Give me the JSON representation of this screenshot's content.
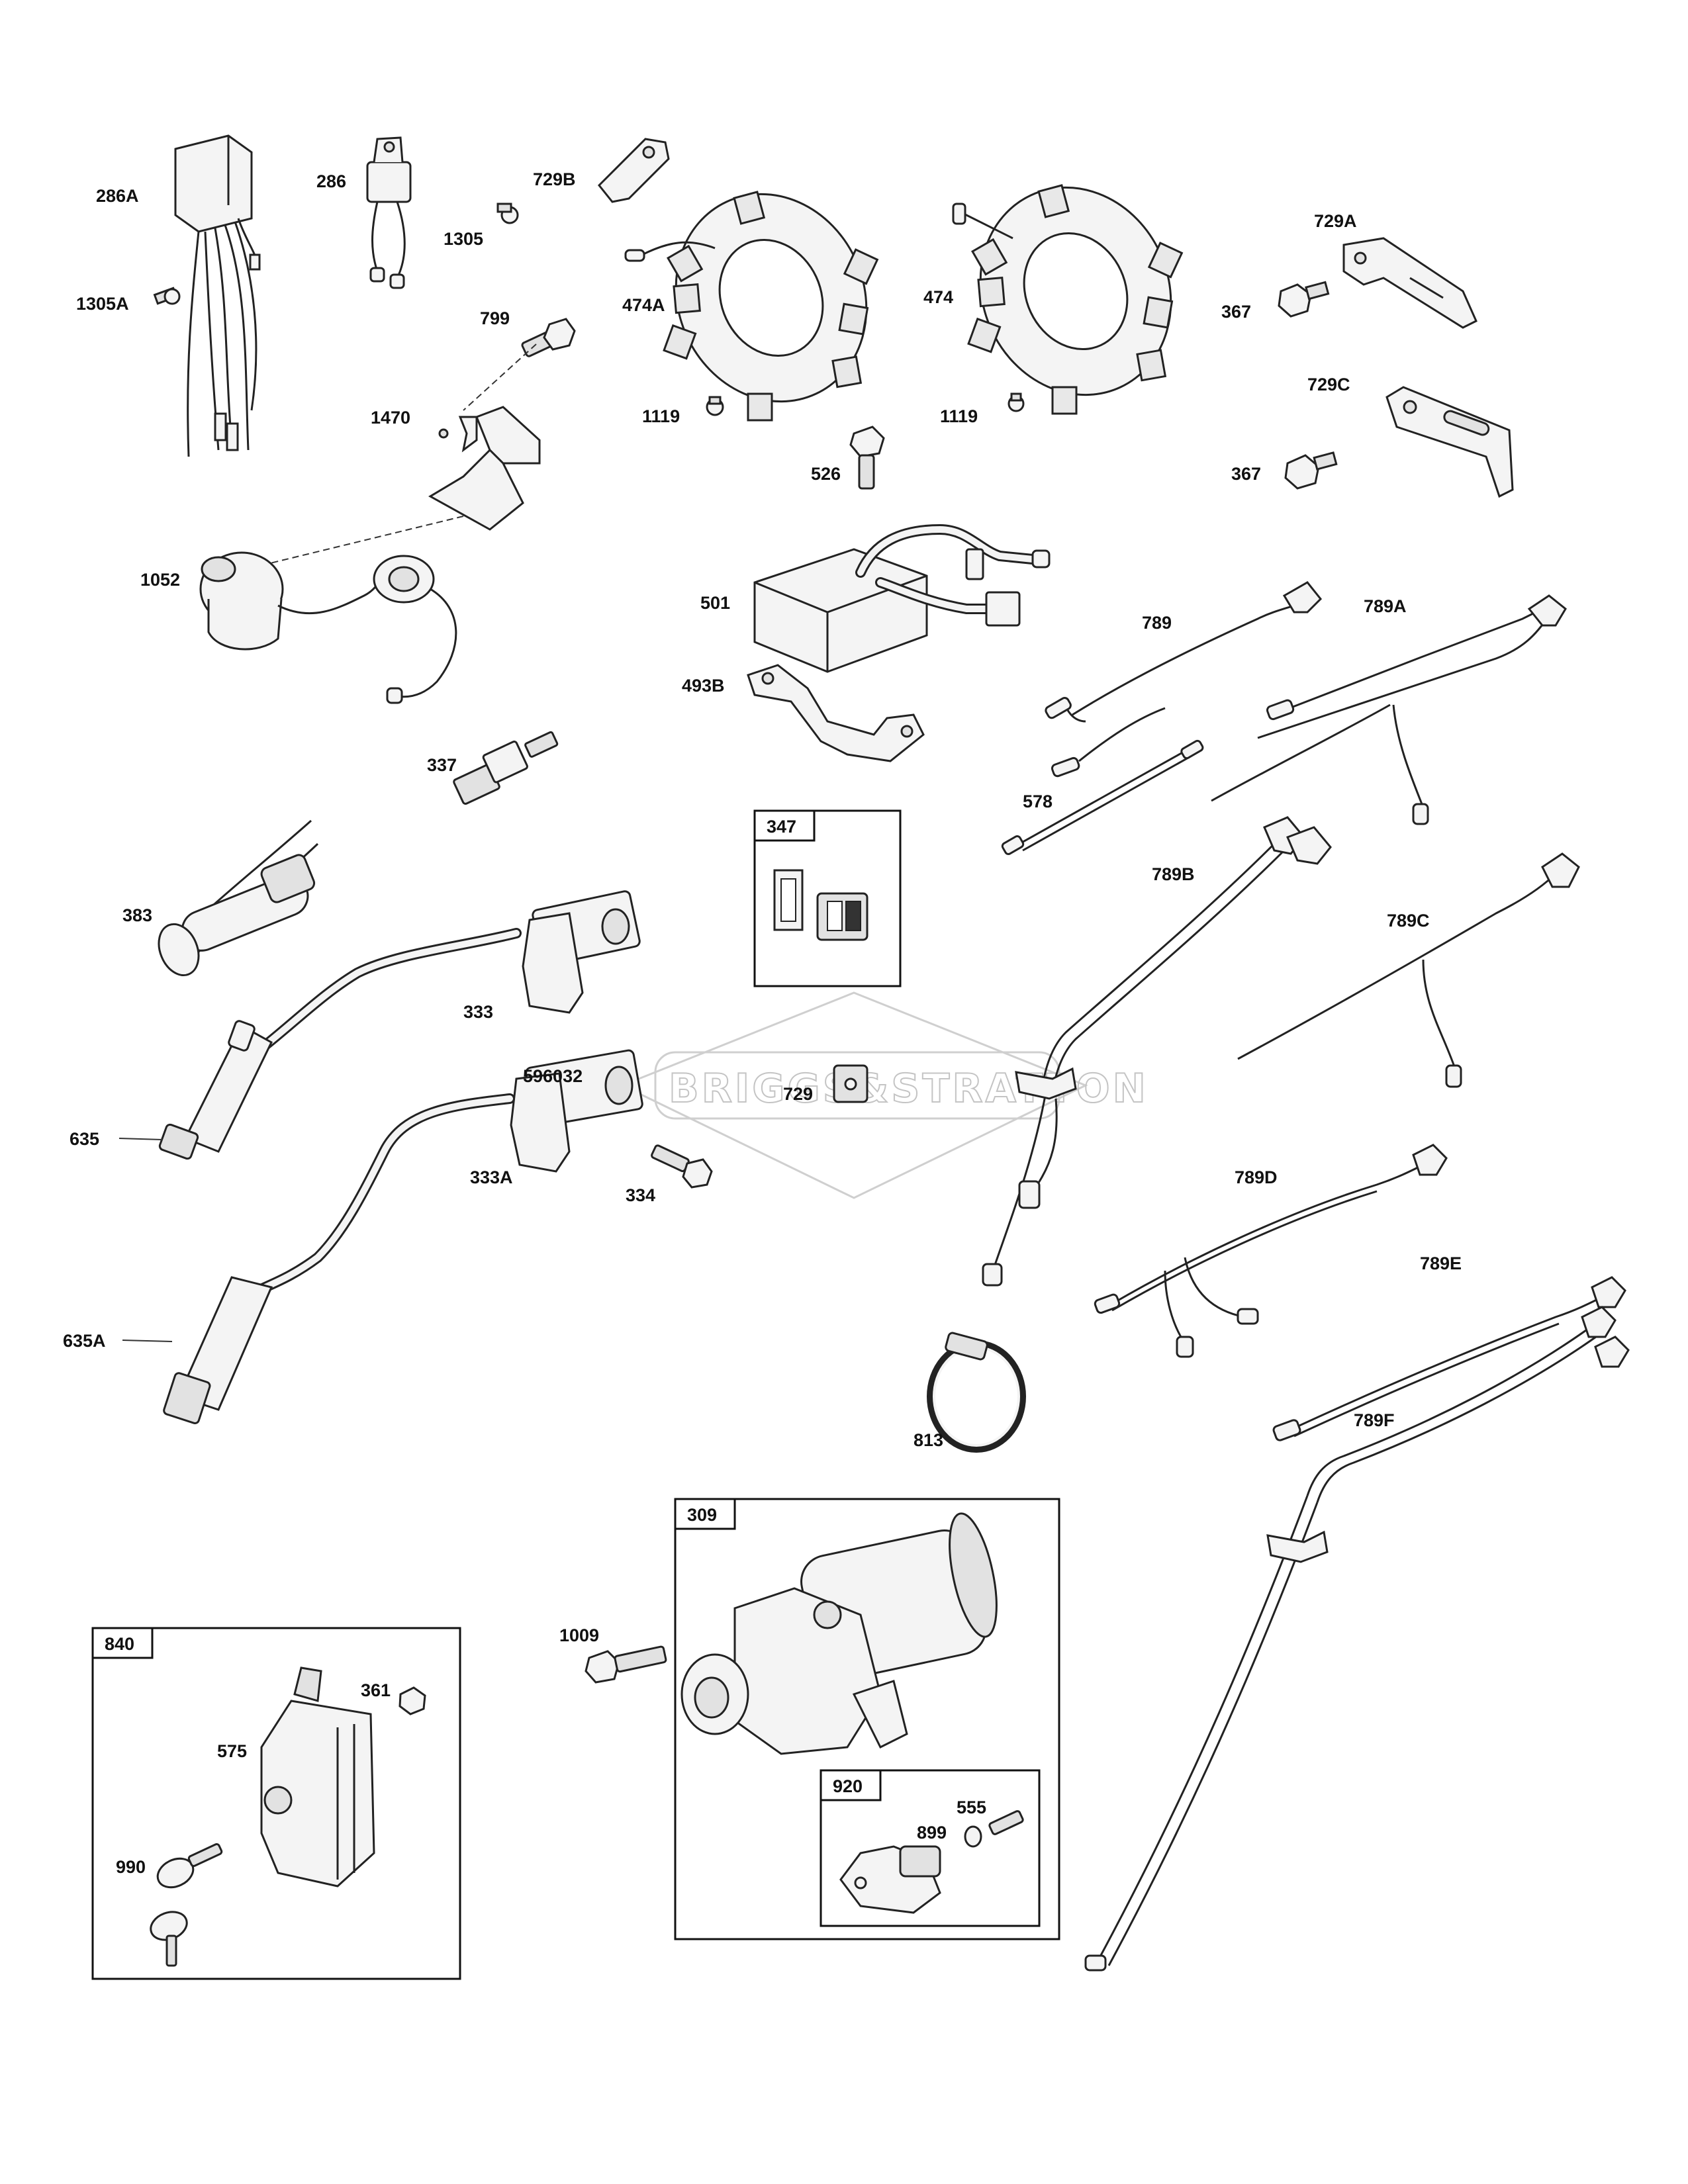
{
  "watermark": "BRIGGS&STRATTON",
  "callouts": [
    "286A",
    "1305A",
    "286",
    "1305",
    "729B",
    "474A",
    "1119",
    "474",
    "1119",
    "729A",
    "367",
    "729C",
    "367",
    "799",
    "1470",
    "1052",
    "526",
    "501",
    "493B",
    "789",
    "789A",
    "337",
    "578",
    "383",
    "333",
    "789B",
    "789C",
    "635",
    "596032",
    "729",
    "333A",
    "334",
    "635A",
    "789D",
    "789E",
    "813",
    "789F",
    "1009",
    "575",
    "361",
    "990",
    "899",
    "555"
  ],
  "boxes": {
    "b347": "347",
    "b309": "309",
    "b840": "840",
    "b920": "920"
  },
  "icons": {
    "ignition-module": "ignition-module-icon",
    "alternator": "alternator-stator-icon",
    "regulator": "rectifier-regulator-icon",
    "starter": "starter-motor-icon",
    "coil": "ignition-coil-icon",
    "key-switch": "key-switch-icon"
  }
}
